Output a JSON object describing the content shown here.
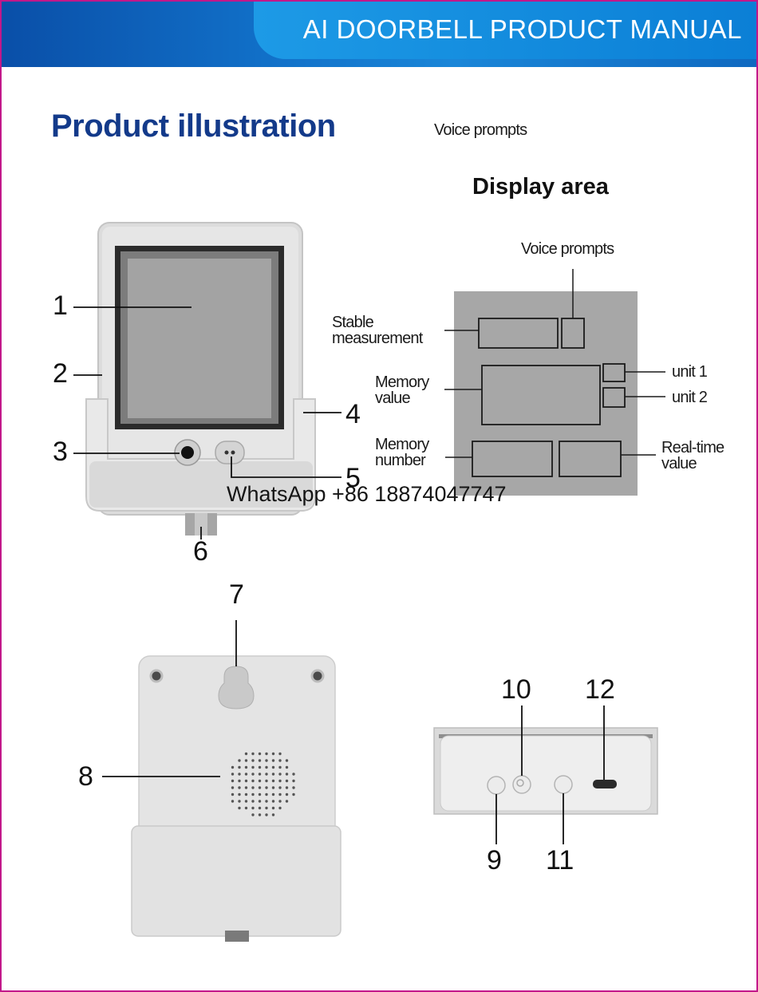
{
  "header": {
    "title": "AI DOORBELL PRODUCT MANUAL"
  },
  "section": {
    "title": "Product illustration",
    "voice_prompts_top": "Voice prompts"
  },
  "display_area": {
    "title": "Display area",
    "voice_prompts": "Voice prompts",
    "stable_measurement": [
      "Stable",
      "measurement"
    ],
    "memory_value": [
      "Memory",
      "value"
    ],
    "memory_number": [
      "Memory",
      "number"
    ],
    "unit_1": "unit 1",
    "unit_2": "unit 2",
    "real_time_value": [
      "Real-time",
      "value"
    ]
  },
  "front_callouts": [
    "1",
    "2",
    "3",
    "4",
    "5",
    "6"
  ],
  "back_callouts": [
    "7",
    "8"
  ],
  "bottom_callouts": [
    "9",
    "10",
    "11",
    "12"
  ],
  "watermark": "WhatsApp +86 18874047747",
  "colors": {
    "frame": "#c2188a",
    "header_blue": "#0f6fc6",
    "title_blue": "#133a8a",
    "panel_gray": "#a7a7a7"
  }
}
